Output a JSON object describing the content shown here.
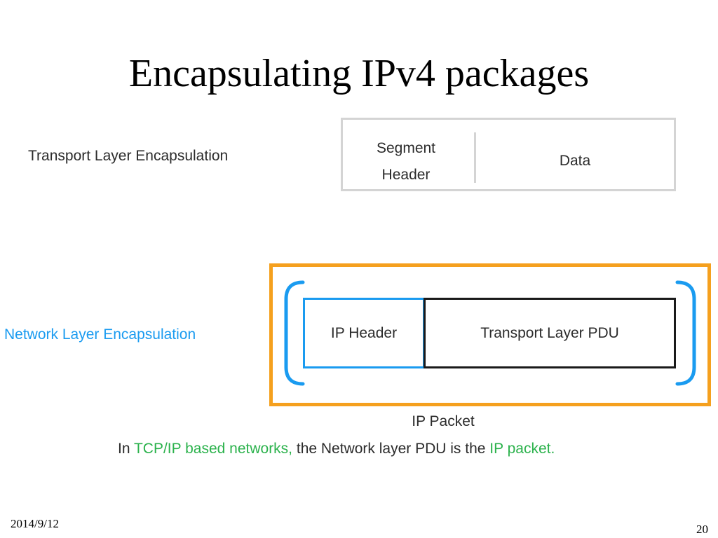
{
  "slide": {
    "title": "Encapsulating IPv4 packages",
    "date": "2014/9/12",
    "page_number": "20"
  },
  "transport": {
    "label": "Transport Layer Encapsulation",
    "segment_header_line1": "Segment",
    "segment_header_line2": "Header",
    "data_label": "Data"
  },
  "network": {
    "label": "Network Layer Encapsulation",
    "ip_header_label": "IP Header",
    "pdu_label": "Transport Layer PDU",
    "packet_caption": "IP Packet"
  },
  "note": {
    "part1": "In ",
    "part2": "TCP/IP based networks,",
    "part3": " the Network layer PDU is the ",
    "part4": "IP packet."
  },
  "colors": {
    "accent_blue": "#1a9bf0",
    "accent_orange": "#f5a01e",
    "accent_green": "#2bb24c",
    "box_gray": "#d4d4d4"
  }
}
